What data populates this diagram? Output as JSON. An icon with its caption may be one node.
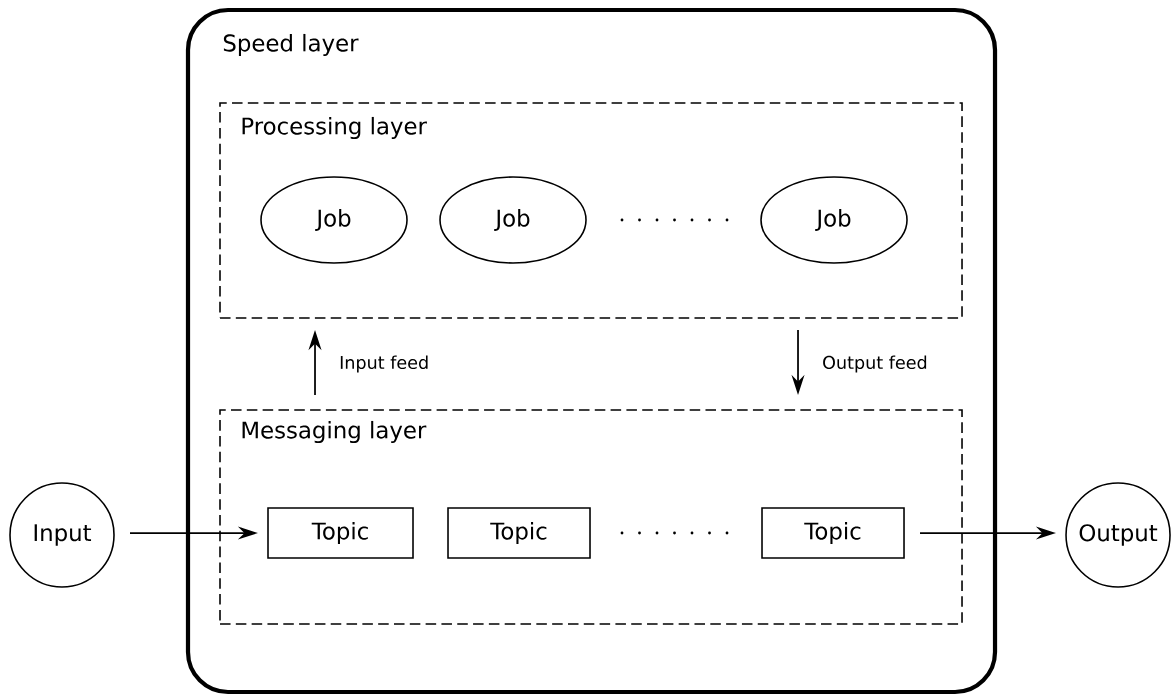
{
  "diagram": {
    "nodes": [
      {
        "text": [
          "Speed layer"
        ]
      },
      {
        "text": [
          "Processing layer"
        ],
        "in": 0
      },
      {
        "text": [
          "Job"
        ],
        "in": 1
      },
      {
        "text": [
          "Job"
        ],
        "in": 1
      },
      {
        "text": [
          "Job"
        ],
        "in": 1
      },
      {
        "text": [
          "Messaging layer"
        ],
        "in": 0
      },
      {
        "text": [
          "Topic"
        ],
        "in": 5
      },
      {
        "text": [
          "Topic"
        ],
        "in": 5
      },
      {
        "text": [
          "Topic"
        ],
        "in": 5
      },
      {
        "text": [
          "Input"
        ]
      },
      {
        "text": [
          "Output"
        ]
      }
    ],
    "edges": [
      {
        "from": 9,
        "to": 6,
        "arrow": "to"
      },
      {
        "from": 5,
        "to": 1,
        "arrow": "to",
        "label": "Input feed"
      },
      {
        "from": 1,
        "to": 5,
        "arrow": "to",
        "label": "Output feed"
      },
      {
        "from": 8,
        "to": 10,
        "arrow": "to"
      }
    ]
  }
}
